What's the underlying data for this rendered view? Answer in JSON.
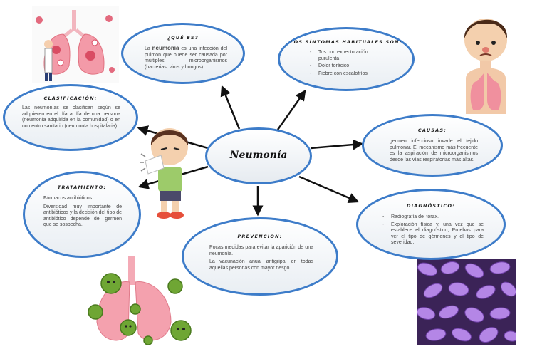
{
  "center": {
    "title": "Neumonía"
  },
  "que_es": {
    "title": "¿QUÉ ES?",
    "text_before": "La ",
    "bold": "neumonía",
    "text_after": " es una infección del pulmón que puede ser causada por múltiples microorganismos (bacterias, virus y hongos)."
  },
  "sintomas": {
    "title": "LOS SÍNTOMAS HABITUALES SON:",
    "items": [
      "Tos con expectoración purulenta",
      "Dolor torácico",
      "Fiebre con escalofríos"
    ]
  },
  "clasificacion": {
    "title": "CLASIFICACIÓN:",
    "text": "Las neumonías se clasifican según se adquieren en el día a día de una persona (neumonía adquirida en la comunidad) o en un centro sanitario (neumonía hospitalaria)."
  },
  "causas": {
    "title": "CAUSAS:",
    "text": "germen infeccioso invade el tejido pulmonar. El mecanismo más frecuente es la aspiración de microorganismos desde las vías respiratorias más altas."
  },
  "tratamiento": {
    "title": "TRATAMIENTO:",
    "p1": "Fármacos antibióticos.",
    "p2": "Diversidad muy importante de antibióticos y la decisión del tipo de antibiótico depende del germen que se sospecha."
  },
  "diagnostico": {
    "title": "DIAGNÓSTICO:",
    "items": [
      "Radiografía del tórax.",
      "Exploración física y, una vez que se establece el diagnóstico, Pruebas para ver el tipo de gérmenes y el tipo de severidad."
    ]
  },
  "prevencion": {
    "title": "PREVENCIÓN:",
    "p1": "Pocas medidas para evitar la aparición de una neumonía.",
    "p2": "La vacunación anual antigripal en todas aquellas personas con mayor riesgo"
  },
  "colors": {
    "border": "#3d7cc9",
    "arrow": "#111111",
    "lung": "#f08a9a",
    "germ": "#6fa634",
    "bacteria": "#9d6ad6"
  }
}
